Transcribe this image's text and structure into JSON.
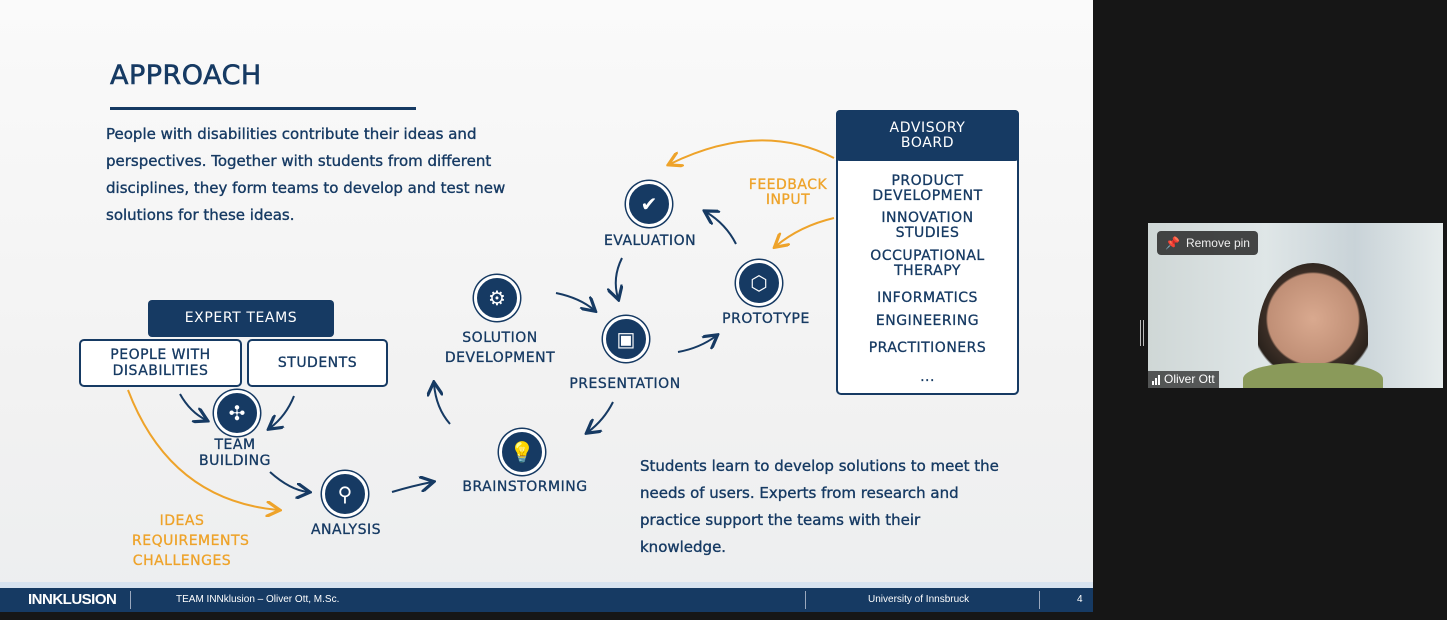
{
  "slide": {
    "title": "APPROACH",
    "intro": "People with disabilities contribute their ideas and perspectives. Together with students from different disciplines, they form teams to develop and test new solutions for these ideas.",
    "expert_teams": {
      "header": "EXPERT TEAMS",
      "members": [
        "PEOPLE WITH DISABILITIES",
        "STUDENTS"
      ]
    },
    "cycle": {
      "team_building": "TEAM BUILDING",
      "analysis": "ANALYSIS",
      "brainstorming": "BRAINSTORMING",
      "solution_development": "SOLUTION DEVELOPMENT",
      "presentation": "PRESENTATION",
      "evaluation": "EVALUATION",
      "prototype": "PROTOTYPE"
    },
    "inputs": {
      "ideas": [
        "IDEAS",
        "REQUIREMENTS",
        "CHALLENGES"
      ],
      "feedback": [
        "FEEDBACK",
        "INPUT"
      ]
    },
    "advisory_board": {
      "header": "ADVISORY BOARD",
      "items": [
        "PRODUCT DEVELOPMENT",
        "INNOVATION STUDIES",
        "OCCUPATIONAL THERAPY",
        "INFORMATICS",
        "ENGINEERING",
        "PRACTITIONERS",
        "..."
      ]
    },
    "outro": "Students learn to develop solutions to meet the needs of users. Experts from research and practice support the teams with their knowledge.",
    "footer": {
      "logo": "INNKLUSION",
      "presenter": "TEAM INNklusion – Oliver Ott, M.Sc.",
      "university": "University of Innsbruck",
      "page": "4"
    }
  },
  "video": {
    "pin_button": "Remove pin",
    "participant": "Oliver Ott"
  },
  "colors": {
    "navy": "#163a63",
    "orange": "#eea32a"
  }
}
